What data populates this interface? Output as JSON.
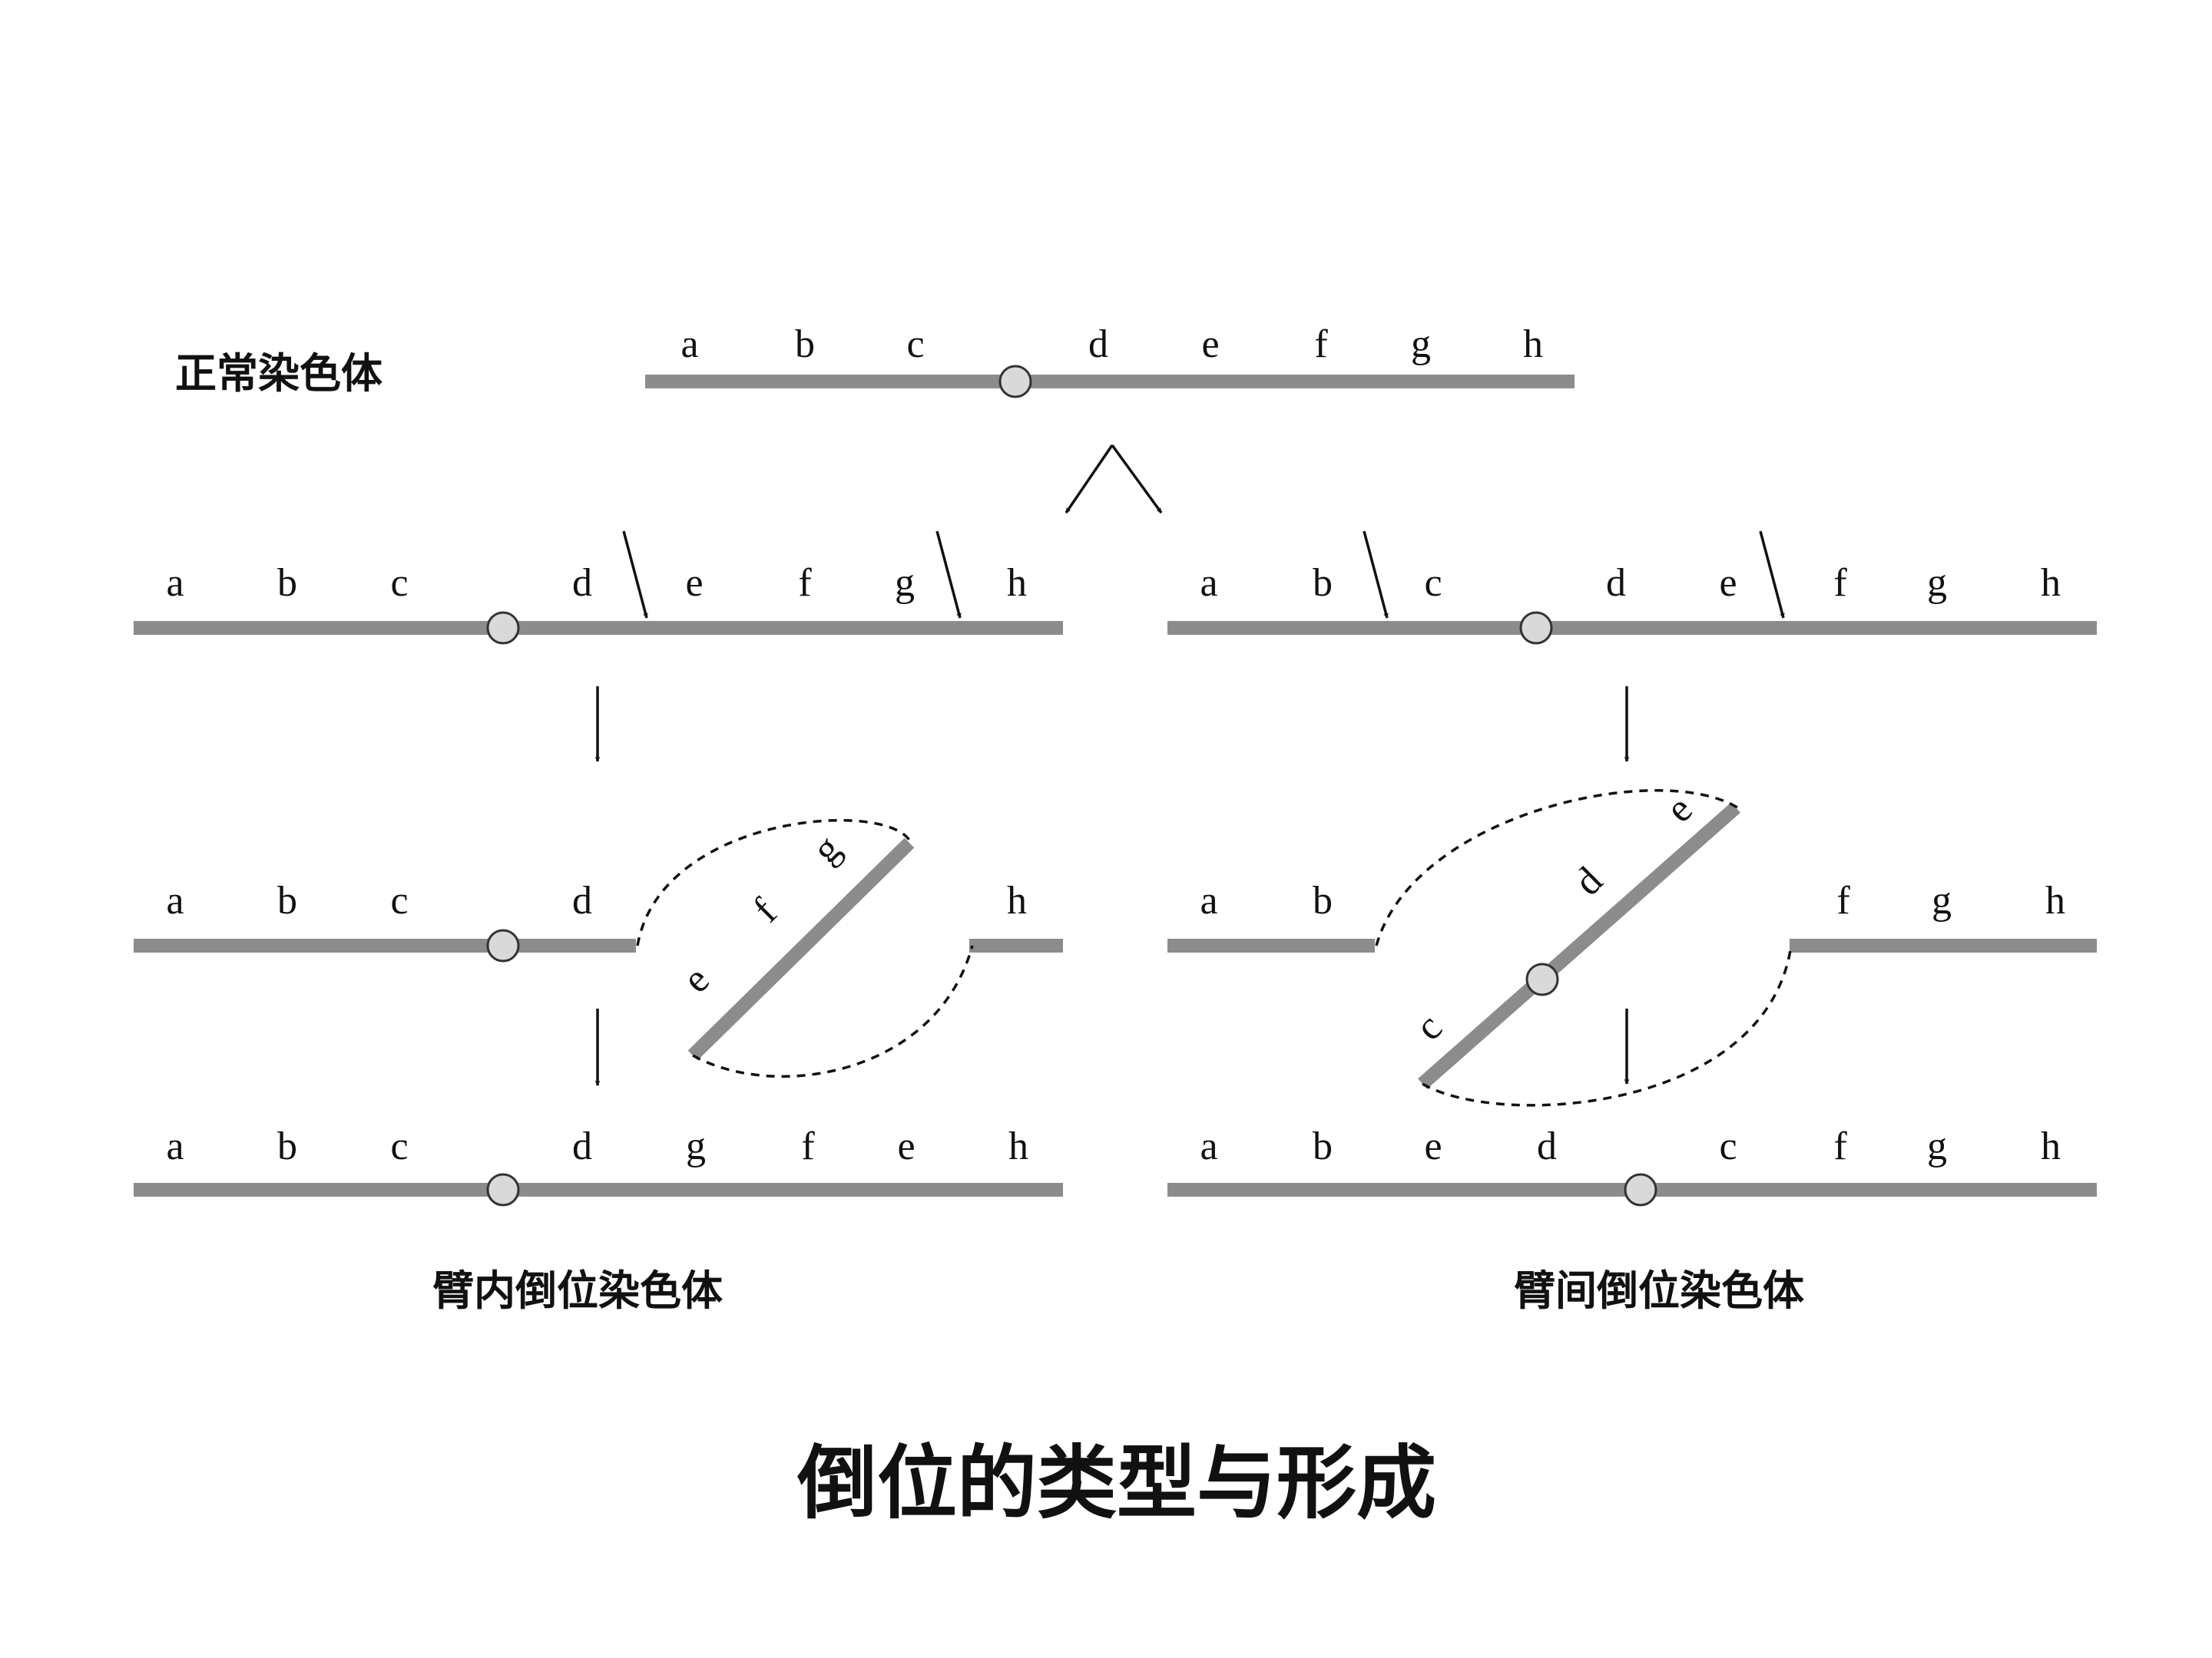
{
  "title": "倒位的类型与形成",
  "labels": {
    "normal": "正常染色体",
    "paracentric": "臂内倒位染色体",
    "pericentric": "臂间倒位染色体"
  },
  "genes": {
    "normal": [
      "a",
      "b",
      "c",
      "d",
      "e",
      "f",
      "g",
      "h"
    ],
    "para_break": [
      "a",
      "b",
      "c",
      "d",
      "e",
      "f",
      "g",
      "h"
    ],
    "para_loop": [
      "a",
      "b",
      "c",
      "d",
      "e",
      "f",
      "g",
      "h"
    ],
    "para_result": [
      "a",
      "b",
      "c",
      "d",
      "g",
      "f",
      "e",
      "h"
    ],
    "peri_break": [
      "a",
      "b",
      "c",
      "d",
      "e",
      "f",
      "g",
      "h"
    ],
    "peri_loop": [
      "a",
      "b",
      "c",
      "d",
      "e",
      "f",
      "g",
      "h"
    ],
    "peri_result": [
      "a",
      "b",
      "e",
      "d",
      "c",
      "f",
      "g",
      "h"
    ]
  },
  "colors": {
    "chromosome": "#8c8c8c",
    "centromere": "#d9d9d9",
    "ink": "#111111"
  }
}
